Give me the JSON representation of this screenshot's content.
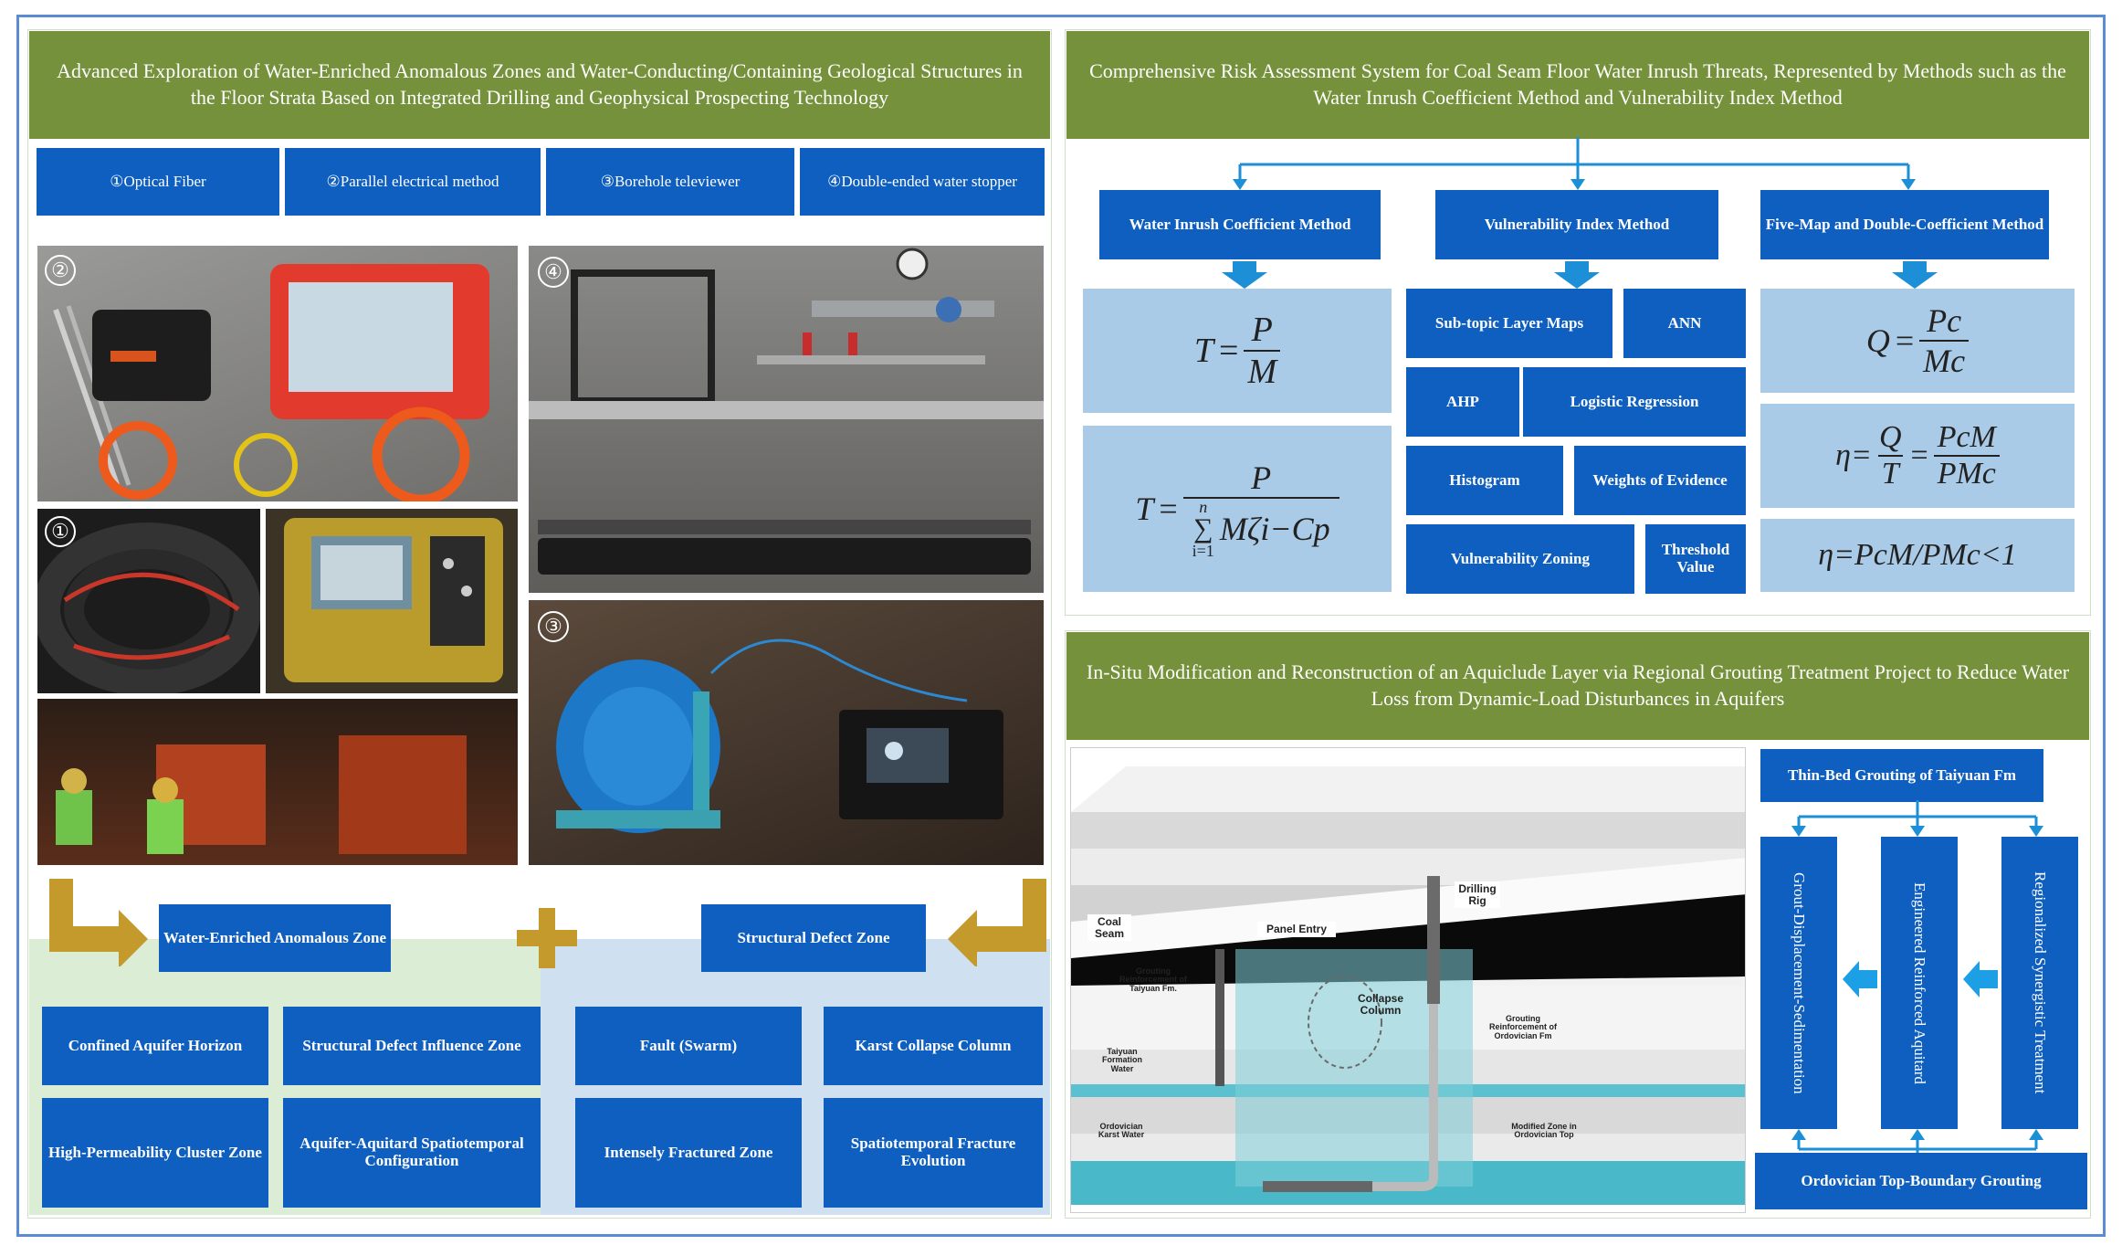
{
  "left": {
    "header": "Advanced Exploration of Water-Enriched Anomalous Zones and Water-Conducting/Containing Geological Structures in the Floor Strata Based on Integrated Drilling and Geophysical Prospecting Technology",
    "methods": [
      "①Optical Fiber",
      "②Parallel electrical method",
      "③Borehole televiewer",
      "④Double-ended water stopper"
    ],
    "photo_markers": [
      "②",
      "①",
      "④",
      "③"
    ],
    "water_zone": {
      "title": "Water-Enriched Anomalous Zone",
      "items": [
        "Confined Aquifer Horizon",
        "Structural Defect Influence Zone",
        "High-Permeability Cluster Zone",
        "Aquifer-Aquitard Spatiotemporal Configuration"
      ]
    },
    "defect_zone": {
      "title": "Structural Defect Zone",
      "items": [
        "Fault (Swarm)",
        "Karst Collapse Column",
        "Intensely Fractured Zone",
        "Spatiotemporal Fracture Evolution"
      ]
    }
  },
  "risk": {
    "header": "Comprehensive Risk Assessment System for Coal Seam Floor Water Inrush Threats, Represented by Methods such as the Water Inrush Coefficient Method and Vulnerability Index Method",
    "col1_title": "Water Inrush Coefficient Method",
    "col2_title": "Vulnerability Index Method",
    "col3_title": "Five-Map and Double-Coefficient Method",
    "vi_items": [
      "Sub-topic Layer Maps",
      "ANN",
      "AHP",
      "Logistic Regression",
      "Histogram",
      "Weights of Evidence",
      "Vulnerability Zoning",
      "Threshold Value"
    ],
    "formulas": {
      "t1_lhs": "T",
      "t1_eq": "=",
      "t1_num": "P",
      "t1_den": "M",
      "t2_lhs": "T",
      "t2_eq": "=",
      "t2_num": "P",
      "t2_sum": "∑",
      "t2_top": "n",
      "t2_bottom": "i=1",
      "t2_body": "Mζi−Cp",
      "q_lhs": "Q",
      "q_eq": "=",
      "q_num": "Pc",
      "q_den": "Mc",
      "eta_lhs": "η=",
      "eta_n1": "Q",
      "eta_d1": "T",
      "eta_eq": "=",
      "eta_n2": "PcM",
      "eta_d2": "PMc",
      "eta3": "η=PcM/PMc<1"
    }
  },
  "grout": {
    "header": "In-Situ Modification and Reconstruction of an Aquiclude Layer via Regional Grouting Treatment Project to Reduce Water Loss from Dynamic-Load Disturbances in Aquifers",
    "diagram_labels": {
      "coal_seam": "Coal Seam",
      "panel_entry": "Panel Entry",
      "drilling_rig": "Drilling Rig",
      "collapse_column": "Collapse Column",
      "grout_taiyuan": "Grouting Reinforcement of Taiyuan Fm.",
      "taiyuan_water": "Taiyuan Formation Water",
      "grout_ordovician": "Grouting Reinforcement of Ordovician Fm",
      "ordovician_water": "Ordovician Karst Water",
      "modified_zone": "Modified Zone in Ordovician Top"
    },
    "top_box": "Thin-Bed Grouting of Taiyuan Fm",
    "bottom_box": "Ordovician Top-Boundary Grouting",
    "vertical": [
      "Grout-Displacement-Sedimentation",
      "Engineered Reinforced Aquitard",
      "Regionalized Synergistic Treatment"
    ]
  },
  "colors": {
    "header_green": "#75913b",
    "box_blue": "#0f5fc0",
    "light_blue": "#a9cbe7",
    "arrow_gold": "#c49a2c",
    "frame": "#5b8bd0"
  }
}
